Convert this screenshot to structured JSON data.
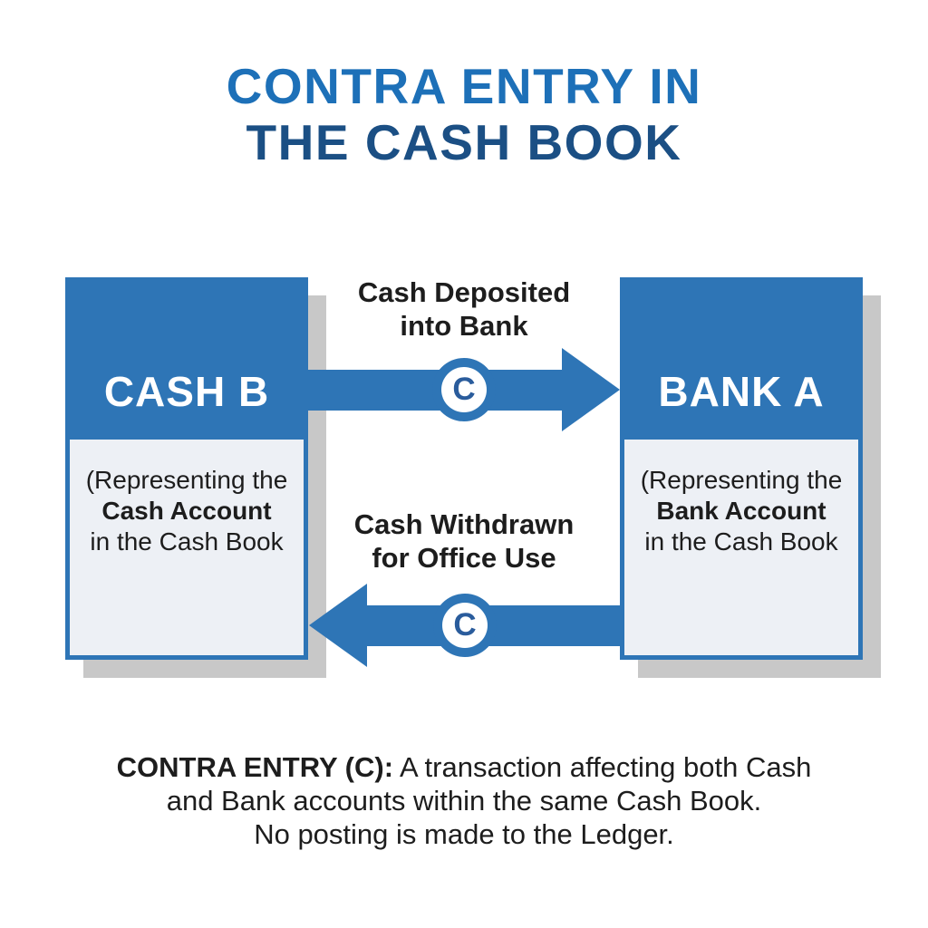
{
  "title": {
    "line1": "CONTRA ENTRY IN",
    "line2": "THE CASH BOOK"
  },
  "boxes": {
    "cash": {
      "header": "CASH B",
      "line1": "(Representing the",
      "line2": "Cash Account",
      "line3": "in the Cash Book"
    },
    "bank": {
      "header": "BANK A",
      "line1": "(Representing the",
      "line2": "Bank Account",
      "line3": "in the Cash Book"
    }
  },
  "arrows": {
    "deposit": {
      "direction": "right",
      "label_line1": "Cash Deposited",
      "label_line2": "into Bank",
      "badge_letter": "C"
    },
    "withdraw": {
      "direction": "left",
      "label_line1": "Cash Withdrawn",
      "label_line2": "for Office Use",
      "badge_letter": "C"
    }
  },
  "footer": {
    "lead": "CONTRA ENTRY (C):",
    "line1_rest": " A transaction affecting both Cash",
    "line2": "and Bank accounts within the same Cash Book.",
    "line3": "No posting is made to the Ledger."
  },
  "colors": {
    "blue": "#2E75B6",
    "blue-dark": "#2A5C9C",
    "title-blue": "#1D70B8",
    "title-navy": "#1B4F84",
    "body-bg": "#EDF0F5",
    "shadow": "#C8C8C8",
    "text-dark": "#1D1D1D",
    "white": "#FFFFFF"
  }
}
